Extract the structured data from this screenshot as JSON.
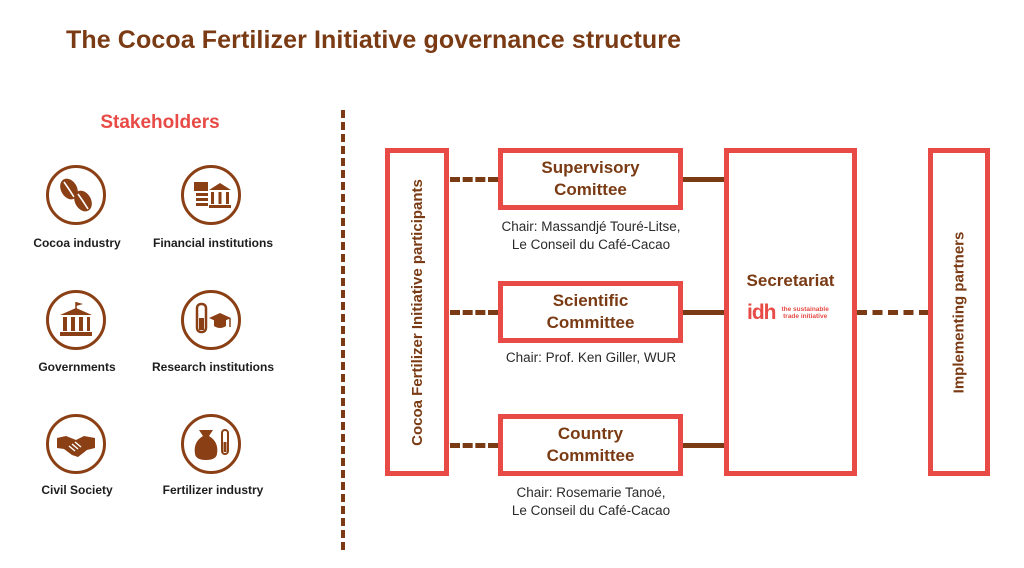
{
  "title": "The Cocoa Fertilizer Initiative governance structure",
  "stakeholders": {
    "heading": "Stakeholders",
    "items": [
      {
        "label": "Cocoa industry",
        "icon": "cocoa-beans-icon"
      },
      {
        "label": "Financial institutions",
        "icon": "bank-money-icon"
      },
      {
        "label": "Governments",
        "icon": "government-building-icon"
      },
      {
        "label": "Research institutions",
        "icon": "research-lab-icon"
      },
      {
        "label": "Civil Society",
        "icon": "handshake-icon"
      },
      {
        "label": "Fertilizer industry",
        "icon": "fertilizer-bag-icon"
      }
    ]
  },
  "structure": {
    "participants": "Cocoa Fertilizer Initiative participants",
    "committees": [
      {
        "name": "Supervisory Comittee",
        "chair_line1": "Chair: Massandjé Touré-Litse,",
        "chair_line2": "Le Conseil du Café-Cacao"
      },
      {
        "name": "Scientific Committee",
        "chair_line1": "Chair: Prof. Ken Giller, WUR",
        "chair_line2": ""
      },
      {
        "name": "Country Committee",
        "chair_line1": "Chair: Rosemarie Tanoé,",
        "chair_line2": "Le Conseil du Café-Cacao"
      }
    ],
    "secretariat": "Secretariat",
    "idh_logo_mark": "idh",
    "idh_logo_tagline_1": "the sustainable",
    "idh_logo_tagline_2": "trade initiative",
    "implementing": "Implementing partners"
  },
  "colors": {
    "brown": "#7a3b14",
    "red": "#e84a45"
  }
}
